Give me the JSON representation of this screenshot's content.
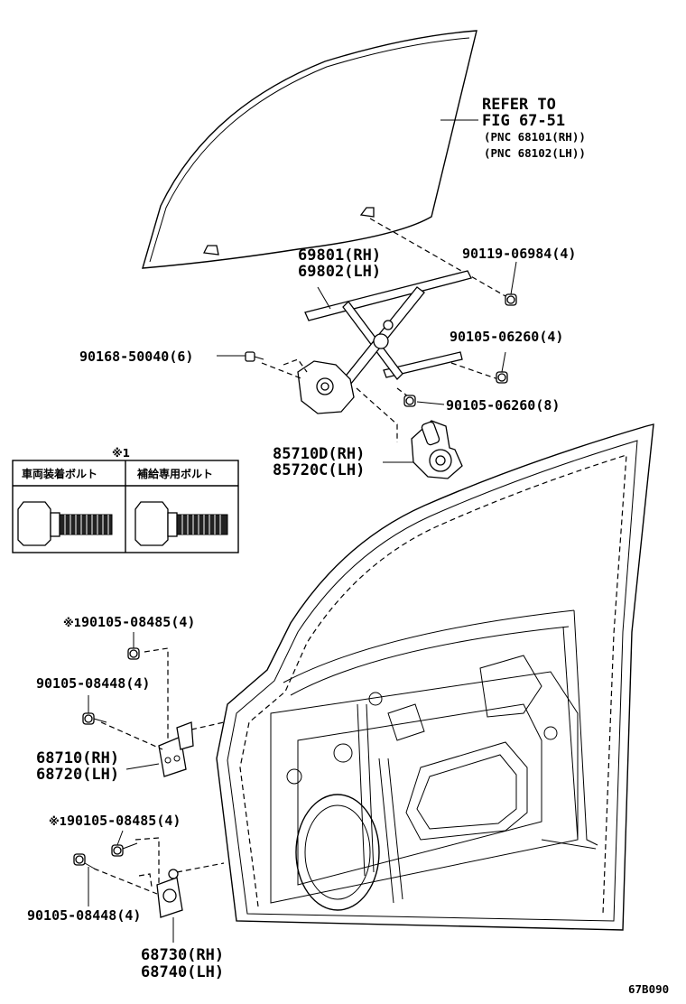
{
  "refer": {
    "line1": "REFER TO",
    "line2": "FIG 67-51",
    "line3": "(PNC 68101(RH))",
    "line4": "(PNC 68102(LH))"
  },
  "parts": {
    "regulator_rh": "69801(RH)",
    "regulator_lh": "69802(LH)",
    "bolt_06984": "90119-06984(4)",
    "bolt_06260_4": "90105-06260(4)",
    "bolt_50040": "90168-50040(6)",
    "bolt_06260_8": "90105-06260(8)",
    "motor_rh": "85710D(RH)",
    "motor_lh": "85720C(LH)",
    "bolt_08485_upper": "90105-08485(4)",
    "bolt_08448_upper": "90105-08448(4)",
    "hinge_upper_rh": "68710(RH)",
    "hinge_upper_lh": "68720(LH)",
    "bolt_08485_lower": "90105-08485(4)",
    "bolt_08448_lower": "90105-08448(4)",
    "hinge_lower_rh": "68730(RH)",
    "hinge_lower_lh": "68740(LH)"
  },
  "note": {
    "mark": "※1",
    "mark_small": "※1",
    "col1": "車両装着ボルト",
    "col2": "補給専用ボルト"
  },
  "figure_id": "67B090"
}
